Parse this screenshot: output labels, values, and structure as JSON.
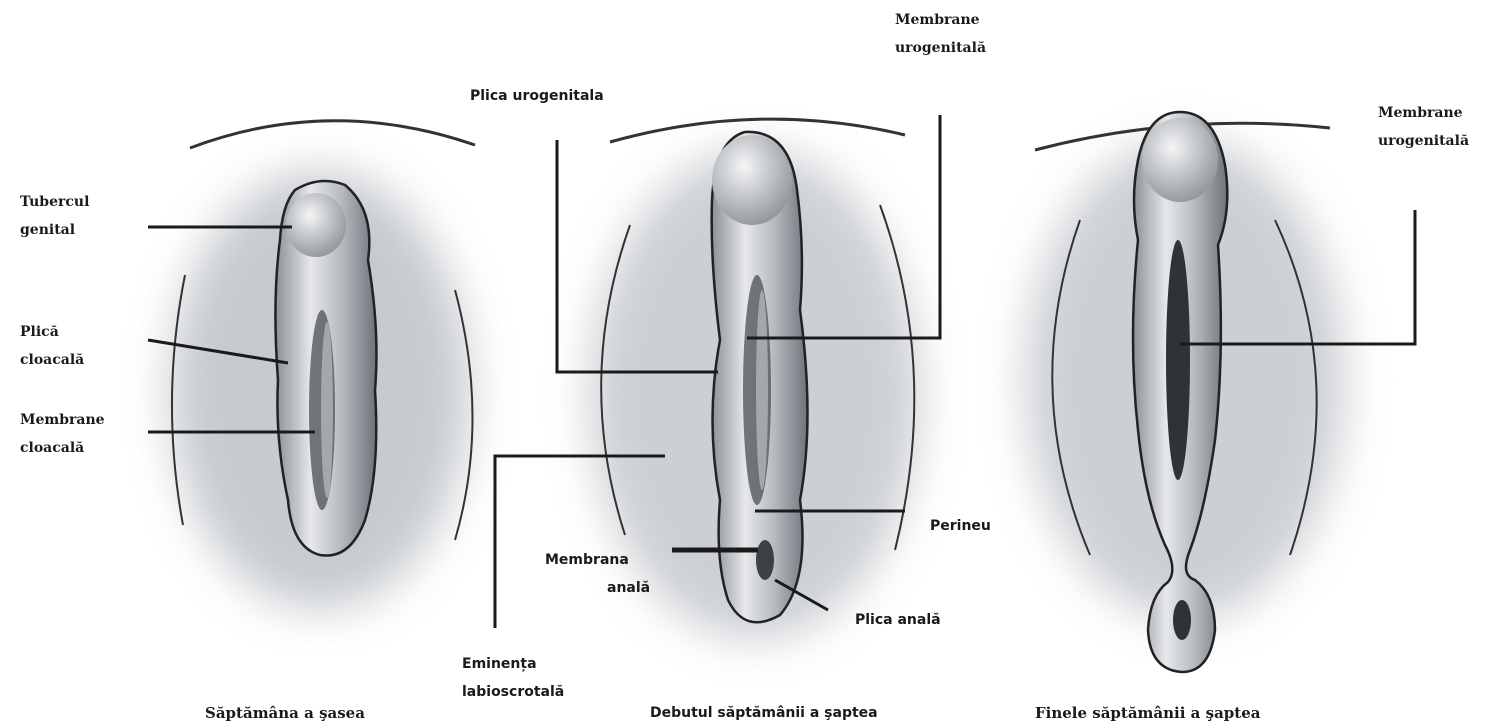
{
  "stages": [
    {
      "caption": "Săptămâna a şasea"
    },
    {
      "caption": "Debutul săptămânii a şaptea"
    },
    {
      "caption": "Finele săptămânii a şaptea"
    }
  ],
  "labels": {
    "tubercul_genital": [
      "Tubercul",
      "genital"
    ],
    "plica_cloacala": [
      "Plică",
      "cloacală"
    ],
    "membrane_cloacala": [
      "Membrane",
      "cloacală"
    ],
    "plica_urogenitala": "Plica urogenitala",
    "membrane_urogenitala_mid": [
      "Membrane",
      "urogenitală"
    ],
    "membrane_urogenitala_right": [
      "Membrane",
      "urogenitală"
    ],
    "eminenta_labioscrotala": [
      "Eminența",
      "labioscrotală"
    ],
    "membrana_anala": [
      "Membrana",
      "anală"
    ],
    "perineu": "Perineu",
    "plica_anala": "Plica anală"
  },
  "colors": {
    "ink": "#1a1a1a",
    "shade": "#7a7e86",
    "skin": "#cfd2d6"
  }
}
